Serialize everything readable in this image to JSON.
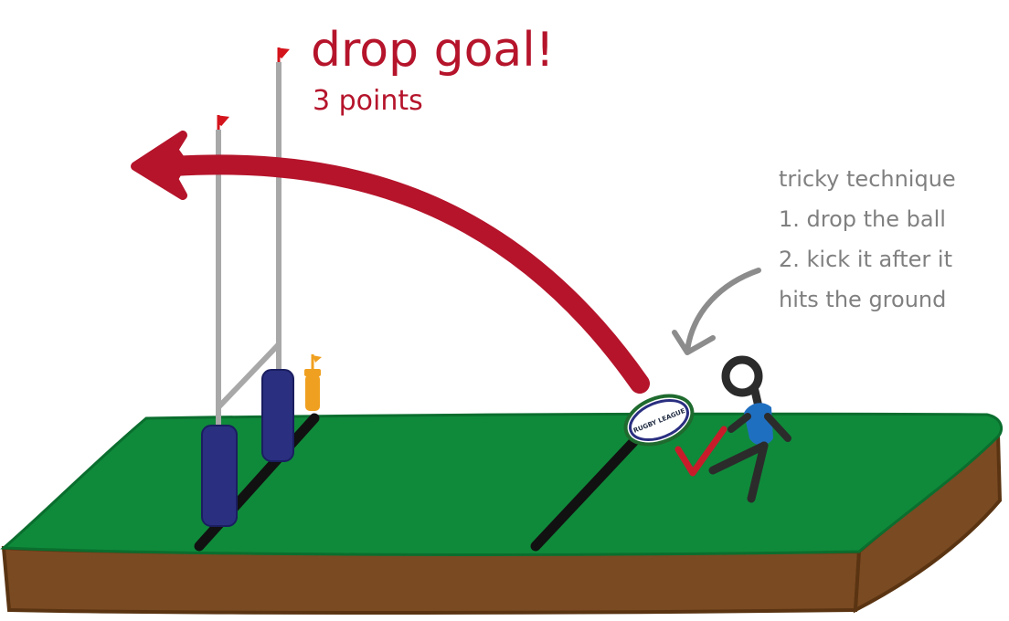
{
  "title": {
    "main": "drop goal!",
    "sub": "3 points"
  },
  "note": {
    "lines": [
      "tricky technique",
      "1. drop the ball",
      "2. kick it after it",
      "hits the ground"
    ]
  },
  "ball": {
    "label": "RUGBY LEAGUE"
  },
  "colors": {
    "grass": "#0f8a3a",
    "soil": "#7a4a22",
    "arrow": "#b5142b",
    "post": "#a8a8a8",
    "padding": "#2a2f80",
    "marker": "#f0a020",
    "flag": "#d4141c",
    "player_shirt": "#1f6fc0",
    "player_body": "#2b2b2b",
    "check": "#c81c2a",
    "note_text": "#808080"
  }
}
